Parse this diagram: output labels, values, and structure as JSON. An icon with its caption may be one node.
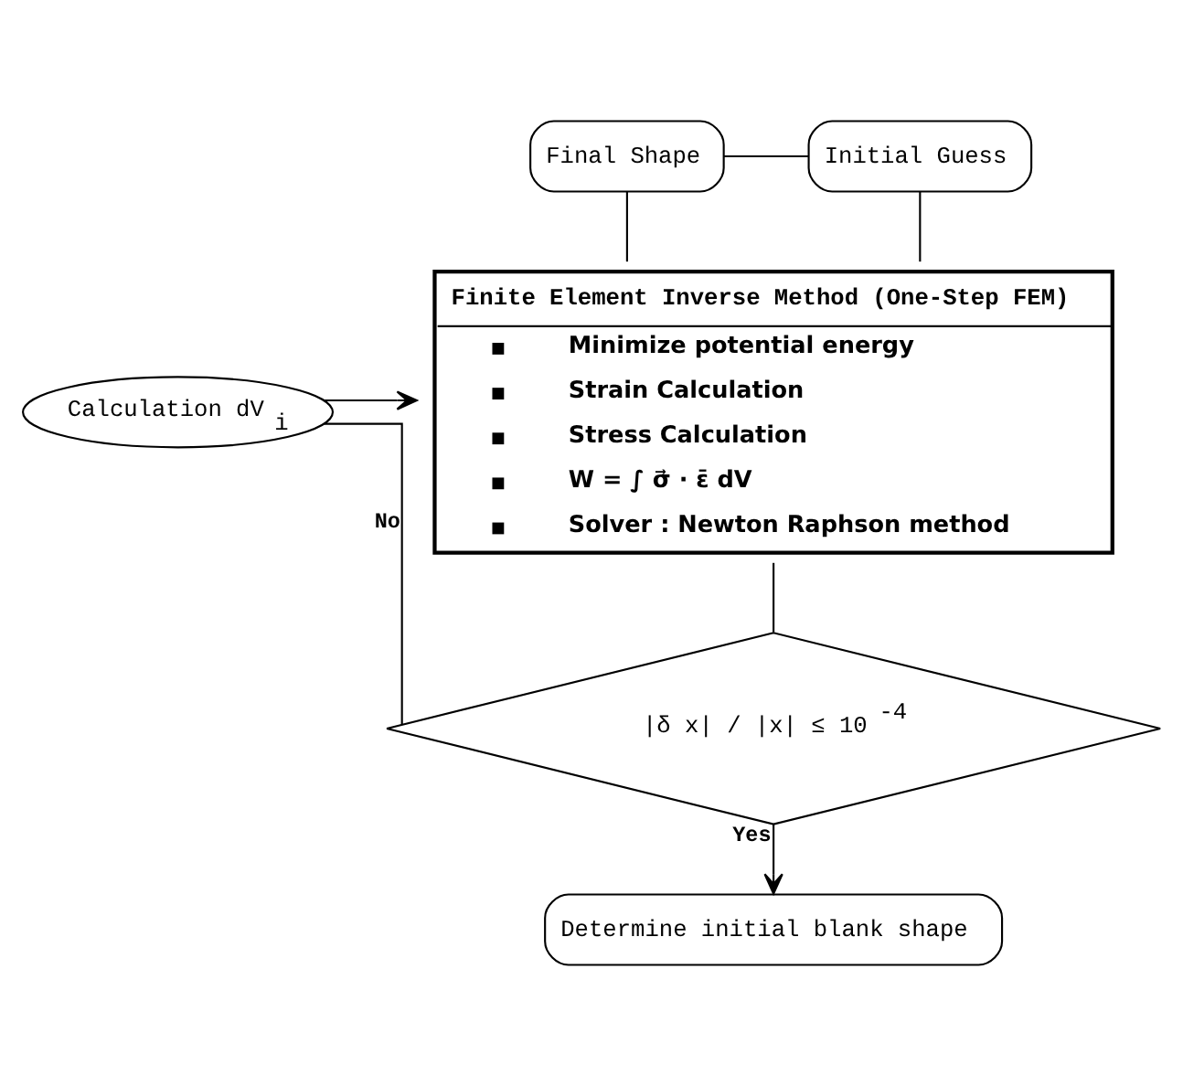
{
  "diagram": {
    "nodes": [
      {
        "text": [
          "Final Shape"
        ]
      },
      {
        "text": [
          "Initial Guess"
        ]
      },
      {
        "text": [
          "Finite Element Inverse Method (One-Step FEM)",
          "Minimize potential energy",
          "Strain Calculation",
          "Stress Calculation",
          "W = ∫ σ⃗ · ε̄ dV",
          "Solver : Newton Raphson method"
        ]
      },
      {
        "text": [
          "Calculation dV$_{i}$"
        ]
      },
      {
        "text": [
          "|δ x| / |x| ≤ 10$^{-4}$"
        ]
      },
      {
        "text": [
          "Determine initial blank shape"
        ]
      }
    ],
    "edges": [
      {
        "from": 0,
        "to": 1,
        "arrow": "none"
      },
      {
        "from": 0,
        "to": 2,
        "arrow": "none"
      },
      {
        "from": 1,
        "to": 2,
        "arrow": "none"
      },
      {
        "from": 3,
        "to": 2,
        "arrow": "to"
      },
      {
        "from": 2,
        "to": 4,
        "arrow": "none"
      },
      {
        "from": 4,
        "to": 3,
        "label": "No",
        "arrow": "none"
      },
      {
        "from": 4,
        "to": 5,
        "label": "Yes",
        "arrow": "to"
      }
    ]
  }
}
